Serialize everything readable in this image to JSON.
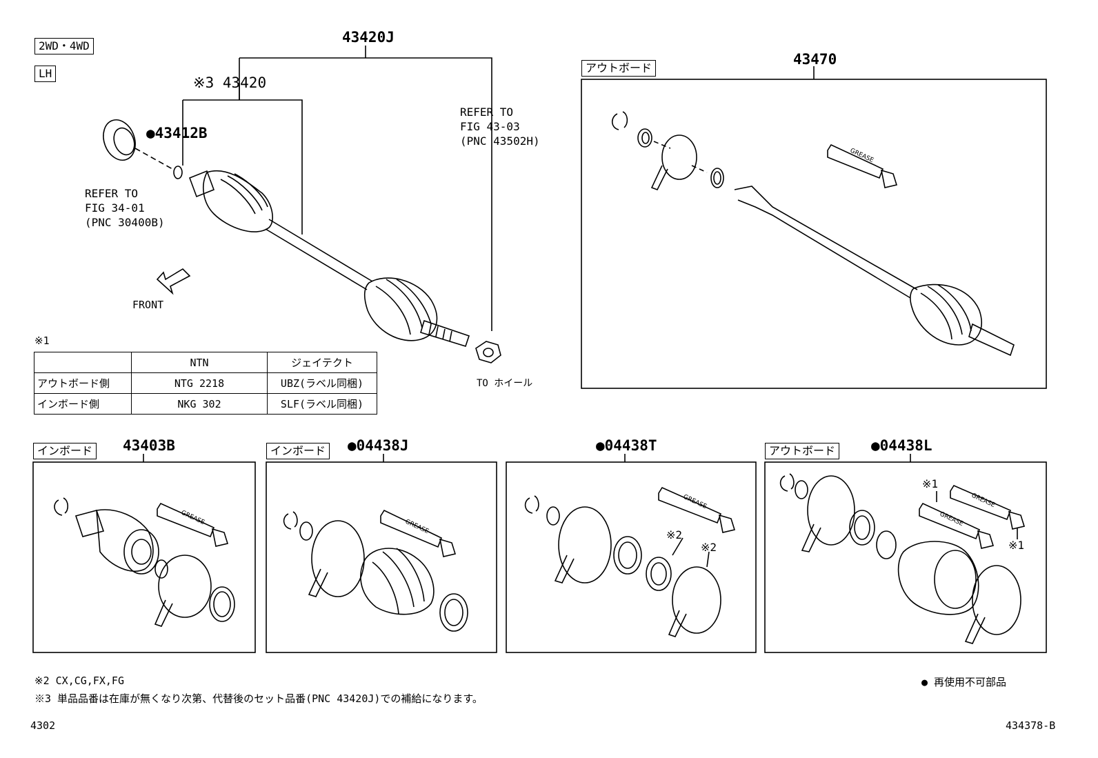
{
  "tags": {
    "drive": "2WD・4WD",
    "side": "LH",
    "outboard_a": "アウトボード",
    "inboard_a": "インボード",
    "inboard_b": "インボード",
    "outboard_b": "アウトボード"
  },
  "parts": {
    "p43420J": "43420J",
    "p43420": "※3 43420",
    "p43412B": "●43412B",
    "p43470": "43470",
    "p43403B": "43403B",
    "p04438J": "●04438J",
    "p04438T": "●04438T",
    "p04438L": "●04438L"
  },
  "refs": {
    "ref_left": [
      "REFER TO",
      "FIG 34-01",
      "(PNC 30400B)"
    ],
    "ref_right": [
      "REFER TO",
      "FIG 43-03",
      "(PNC 43502H)"
    ],
    "to_wheel": "TO ホイール",
    "front": "FRONT"
  },
  "marks": {
    "note1_header": "※1",
    "mark2_a": "※2",
    "mark2_b": "※2",
    "mark1_a": "※1",
    "mark1_b": "※1",
    "grease": "GREASE"
  },
  "spec_table": {
    "headers": [
      "",
      "NTN",
      "ジェイテクト"
    ],
    "rows": [
      [
        "アウトボード側",
        "NTG 2218",
        "UBZ(ラベル同梱)"
      ],
      [
        "インボード側",
        "NKG 302",
        "SLF(ラベル同梱)"
      ]
    ]
  },
  "footer": {
    "note2": "※2 CX,CG,FX,FG",
    "note3": "※3 単品品番は在庫が無くなり次第、代替後のセット品番(PNC 43420J)での補給になります。",
    "legend": "● 再使用不可部品",
    "page_code": "4302",
    "drawing_code": "434378-B"
  }
}
